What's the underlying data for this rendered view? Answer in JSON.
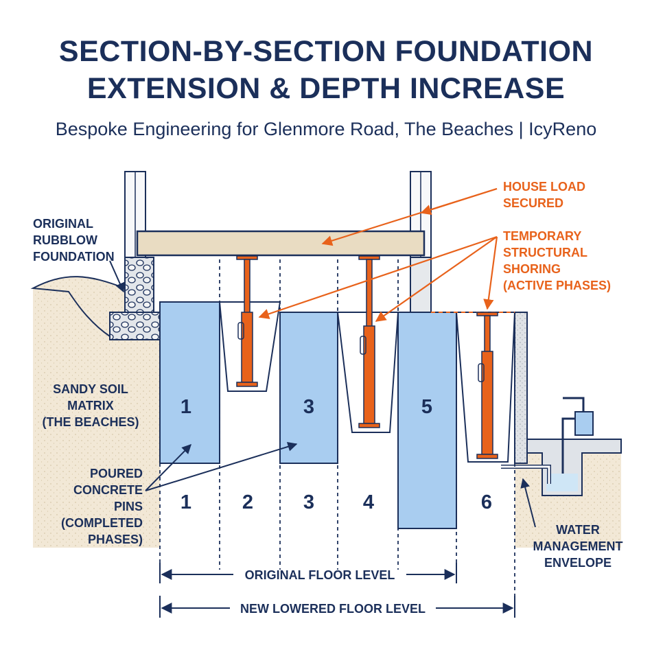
{
  "header": {
    "title_line1": "SECTION-BY-SECTION FOUNDATION",
    "title_line2": "EXTENSION & DEPTH INCREASE",
    "subtitle": "Bespoke Engineering for Glenmore Road, The Beaches | IcyReno"
  },
  "labels": {
    "original_foundation": [
      "ORIGINAL",
      "RUBBLOW",
      "FOUNDATION"
    ],
    "sandy_soil": [
      "SANDY SOIL",
      "MATRIX",
      "(THE BEACHES)"
    ],
    "poured_pins": [
      "POURED",
      "CONCRETE",
      "PINS",
      "(COMPLETED",
      "PHASES)"
    ],
    "house_load": [
      "HOUSE LOAD",
      "SECURED"
    ],
    "shoring": [
      "TEMPORARY",
      "STRUCTURAL",
      "SHORING",
      "(ACTIVE PHASES)"
    ],
    "water": [
      "WATER",
      "MANAGEMENT",
      "ENVELOPE"
    ]
  },
  "pin_numbers": [
    "1",
    "3",
    "5"
  ],
  "section_numbers": [
    "1",
    "2",
    "3",
    "4",
    "6"
  ],
  "dimensions": {
    "original_floor": "ORIGINAL FLOOR LEVEL",
    "new_floor": "NEW LOWERED FLOOR LEVEL"
  },
  "colors": {
    "navy": "#1b2f5a",
    "orange": "#e8621b",
    "pin_blue": "#a9cdf0",
    "soil": "#f2e8d6",
    "beam": "#e9dcc2"
  }
}
